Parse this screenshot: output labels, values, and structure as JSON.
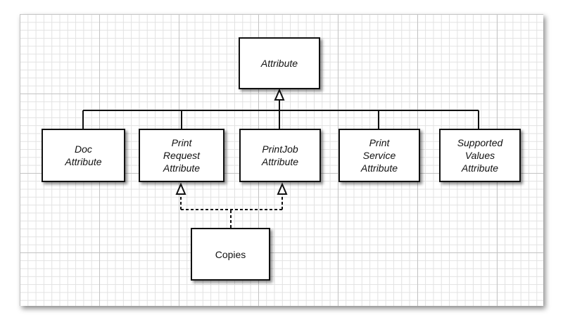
{
  "diagram": {
    "root": "Attribute",
    "children": [
      "Doc\nAttribute",
      "Print\nRequest\nAttribute",
      "PrintJob\nAttribute",
      "Print\nService\nAttribute",
      "Supported\nValues\nAttribute"
    ],
    "implementer": "Copies"
  }
}
